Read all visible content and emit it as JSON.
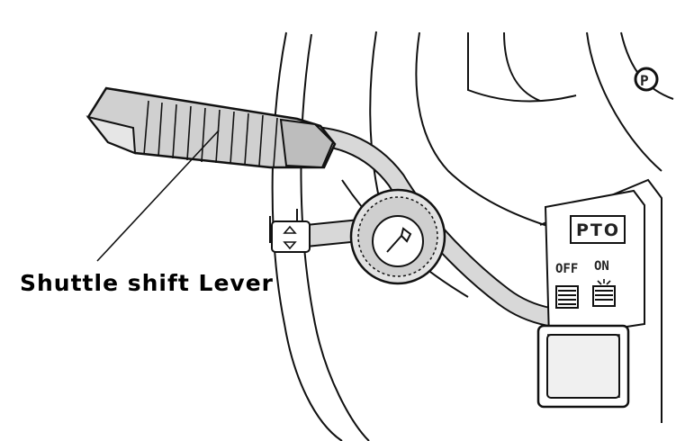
{
  "diagram": {
    "callout_label": "Shuttle shift Lever",
    "panel_label": "PTO",
    "switch_off_label": "OFF",
    "switch_on_label": "ON",
    "icons": [
      "parking-brake-icon",
      "horn-icon",
      "key-icon",
      "pto-switch-icon"
    ],
    "line_color": "#111111",
    "fill_color": "#d8d8d8"
  }
}
